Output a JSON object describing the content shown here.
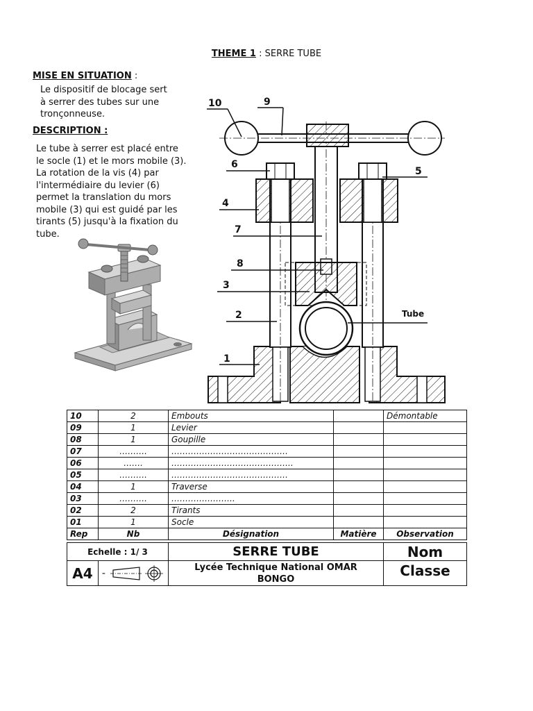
{
  "header": {
    "theme_label": "THEME 1",
    "theme_sep": " : ",
    "theme_title": "SERRE TUBE"
  },
  "situation": {
    "heading": "MISE EN SITUATION",
    "heading_suffix": " :",
    "lines": [
      "Le dispositif de blocage sert",
      "à serrer des tubes sur une",
      "tronçonneuse."
    ]
  },
  "description": {
    "heading": "DESCRIPTION :",
    "lines": [
      "Le tube à serrer est placé entre",
      "le socle (1) et le mors mobile (3).",
      "La rotation de la vis (4) par",
      "l'intermédiaire du levier (6)",
      "permet la translation du mors",
      "mobile (3) qui est guidé par les",
      "tirants (5) jusqu'à la fixation du",
      "tube."
    ]
  },
  "drawing": {
    "labels": [
      "10",
      "9",
      "6",
      "5",
      "4",
      "7",
      "8",
      "3",
      "2",
      "Tube",
      "1"
    ]
  },
  "nomenclature": {
    "rows": [
      {
        "rep": "10",
        "nb": "2",
        "designation": "Embouts",
        "matiere": "",
        "observation": "Démontable"
      },
      {
        "rep": "09",
        "nb": "1",
        "designation": "Levier",
        "matiere": "",
        "observation": ""
      },
      {
        "rep": "08",
        "nb": "1",
        "designation": "Goupille",
        "matiere": "",
        "observation": ""
      },
      {
        "rep": "07",
        "nb": "……….",
        "designation": "……………………………………",
        "matiere": "",
        "observation": ""
      },
      {
        "rep": "06",
        "nb": "…….",
        "designation": "……………………………………..",
        "matiere": "",
        "observation": ""
      },
      {
        "rep": "05",
        "nb": "……….",
        "designation": "……………………………………",
        "matiere": "",
        "observation": ""
      },
      {
        "rep": "04",
        "nb": "1",
        "designation": "Traverse",
        "matiere": "",
        "observation": ""
      },
      {
        "rep": "03",
        "nb": "……….",
        "designation": "…………………..",
        "matiere": "",
        "observation": ""
      },
      {
        "rep": "02",
        "nb": "2",
        "designation": "Tirants",
        "matiere": "",
        "observation": ""
      },
      {
        "rep": "01",
        "nb": "1",
        "designation": "Socle",
        "matiere": "",
        "observation": ""
      }
    ],
    "headers": {
      "rep": "Rep",
      "nb": "Nb",
      "designation": "Désignation",
      "matiere": "Matière",
      "observation": "Observation"
    }
  },
  "cartouche": {
    "scale": "Echelle : 1/ 3",
    "title": "SERRE TUBE",
    "name_label": "Nom",
    "format": "A4",
    "dash": "-",
    "school_line1": "Lycée Technique National OMAR",
    "school_line2": "BONGO",
    "class_label": "Classe"
  }
}
